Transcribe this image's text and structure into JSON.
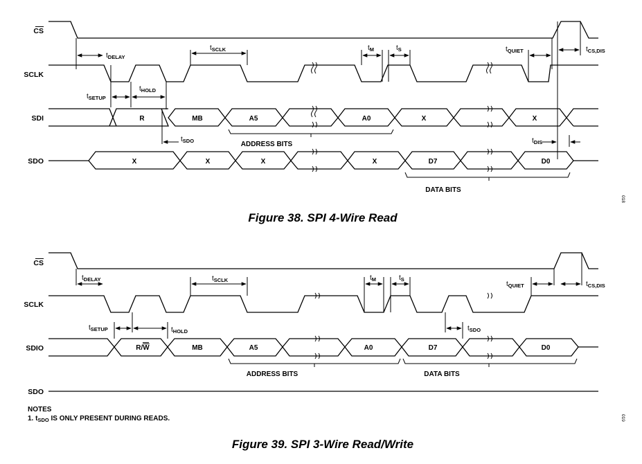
{
  "figure38": {
    "caption": "Figure 38. SPI 4-Wire Read",
    "signals": {
      "cs": "CS",
      "sclk": "SCLK",
      "sdi": "SDI",
      "sdo": "SDO"
    },
    "sdi_cells": [
      "R",
      "MB",
      "A5",
      "A0",
      "X",
      "X"
    ],
    "sdo_cells": [
      "X",
      "X",
      "X",
      "X",
      "D7",
      "D0"
    ],
    "group_labels": {
      "address": "ADDRESS BITS",
      "data": "DATA BITS"
    },
    "timing": {
      "delay": {
        "t": "t",
        "sub": "DELAY"
      },
      "sclk": {
        "t": "t",
        "sub": "SCLK"
      },
      "m": {
        "t": "t",
        "sub": "M"
      },
      "s": {
        "t": "t",
        "sub": "S"
      },
      "quiet": {
        "t": "t",
        "sub": "QUIET"
      },
      "csdis": {
        "t": "t",
        "sub": "CS,DIS"
      },
      "setup": {
        "t": "t",
        "sub": "SETUP"
      },
      "hold": {
        "t": "t",
        "sub": "HOLD"
      },
      "sdo": {
        "t": "t",
        "sub": "SDO"
      },
      "dis": {
        "t": "t",
        "sub": "DIS"
      }
    },
    "fig_id": "018"
  },
  "figure39": {
    "caption": "Figure 39. SPI 3-Wire Read/Write",
    "signals": {
      "cs": "CS",
      "sclk": "SCLK",
      "sdio": "SDIO",
      "sdo": "SDO"
    },
    "sdio_cells": [
      "R/",
      "W",
      "MB",
      "A5",
      "A0",
      "D7",
      "D0"
    ],
    "group_labels": {
      "address": "ADDRESS BITS",
      "data": "DATA BITS"
    },
    "timing": {
      "delay": {
        "t": "t",
        "sub": "DELAY"
      },
      "sclk": {
        "t": "t",
        "sub": "SCLK"
      },
      "m": {
        "t": "t",
        "sub": "M"
      },
      "s": {
        "t": "t",
        "sub": "S"
      },
      "quiet": {
        "t": "t",
        "sub": "QUIET"
      },
      "csdis": {
        "t": "t",
        "sub": "CS,DIS"
      },
      "setup": {
        "t": "t",
        "sub": "SETUP"
      },
      "hold": {
        "t": "t",
        "sub": "HOLD"
      },
      "sdo": {
        "t": "t",
        "sub": "SDO"
      }
    },
    "notes": {
      "heading": "NOTES",
      "item_prefix": "1. t",
      "item_sub": "SDO",
      "item_rest": " IS ONLY PRESENT DURING READS."
    },
    "fig_id": "019"
  }
}
